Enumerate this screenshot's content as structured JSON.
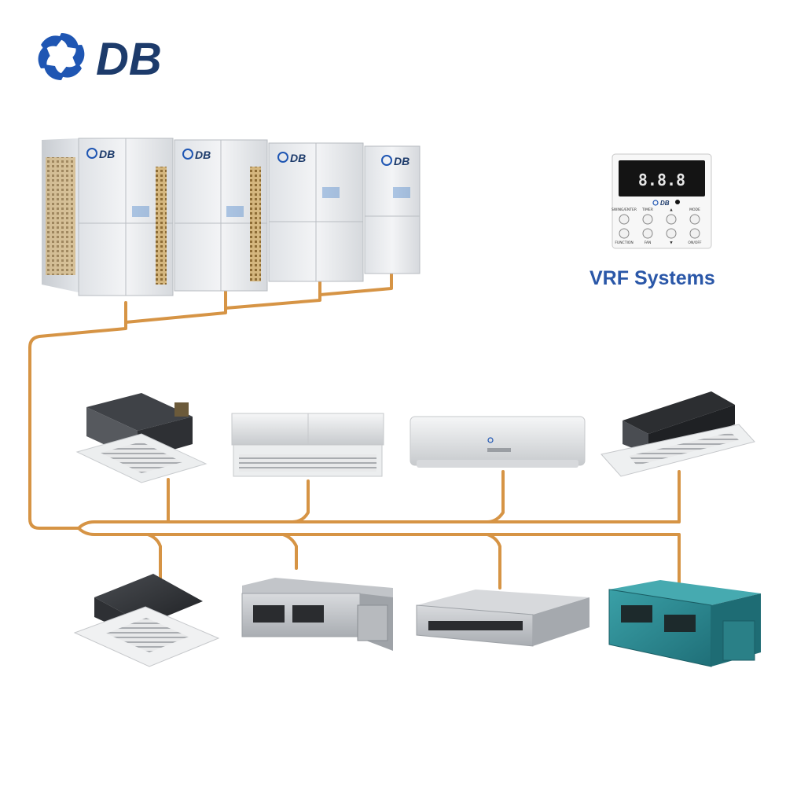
{
  "brand": {
    "logo_text": "DB",
    "unit_badge": "DB",
    "colors": {
      "primary": "#1f56b3",
      "pipe": "#d69445",
      "navy": "#1d3b6b"
    }
  },
  "title": "VRF Systems",
  "controller": {
    "display": "8.8.8",
    "brand": "DB",
    "buttons": [
      {
        "label": "SWING/ENTER"
      },
      {
        "label": "TIMER"
      },
      {
        "label": "▲"
      },
      {
        "label": "MODE"
      },
      {
        "label": "FUNCTION"
      },
      {
        "label": "FAN"
      },
      {
        "label": "▼"
      },
      {
        "label": "ON/OFF"
      }
    ]
  },
  "outdoor_units": [
    {
      "name": "outdoor-unit-1"
    },
    {
      "name": "outdoor-unit-2"
    },
    {
      "name": "outdoor-unit-3"
    },
    {
      "name": "outdoor-unit-4"
    }
  ],
  "indoor_units_top": [
    {
      "name": "cassette-4way"
    },
    {
      "name": "ceiling-floor"
    },
    {
      "name": "wall-mounted"
    },
    {
      "name": "cassette-1way"
    }
  ],
  "indoor_units_bottom": [
    {
      "name": "cassette-compact"
    },
    {
      "name": "duct-medium"
    },
    {
      "name": "duct-slim"
    },
    {
      "name": "duct-high-static"
    }
  ]
}
